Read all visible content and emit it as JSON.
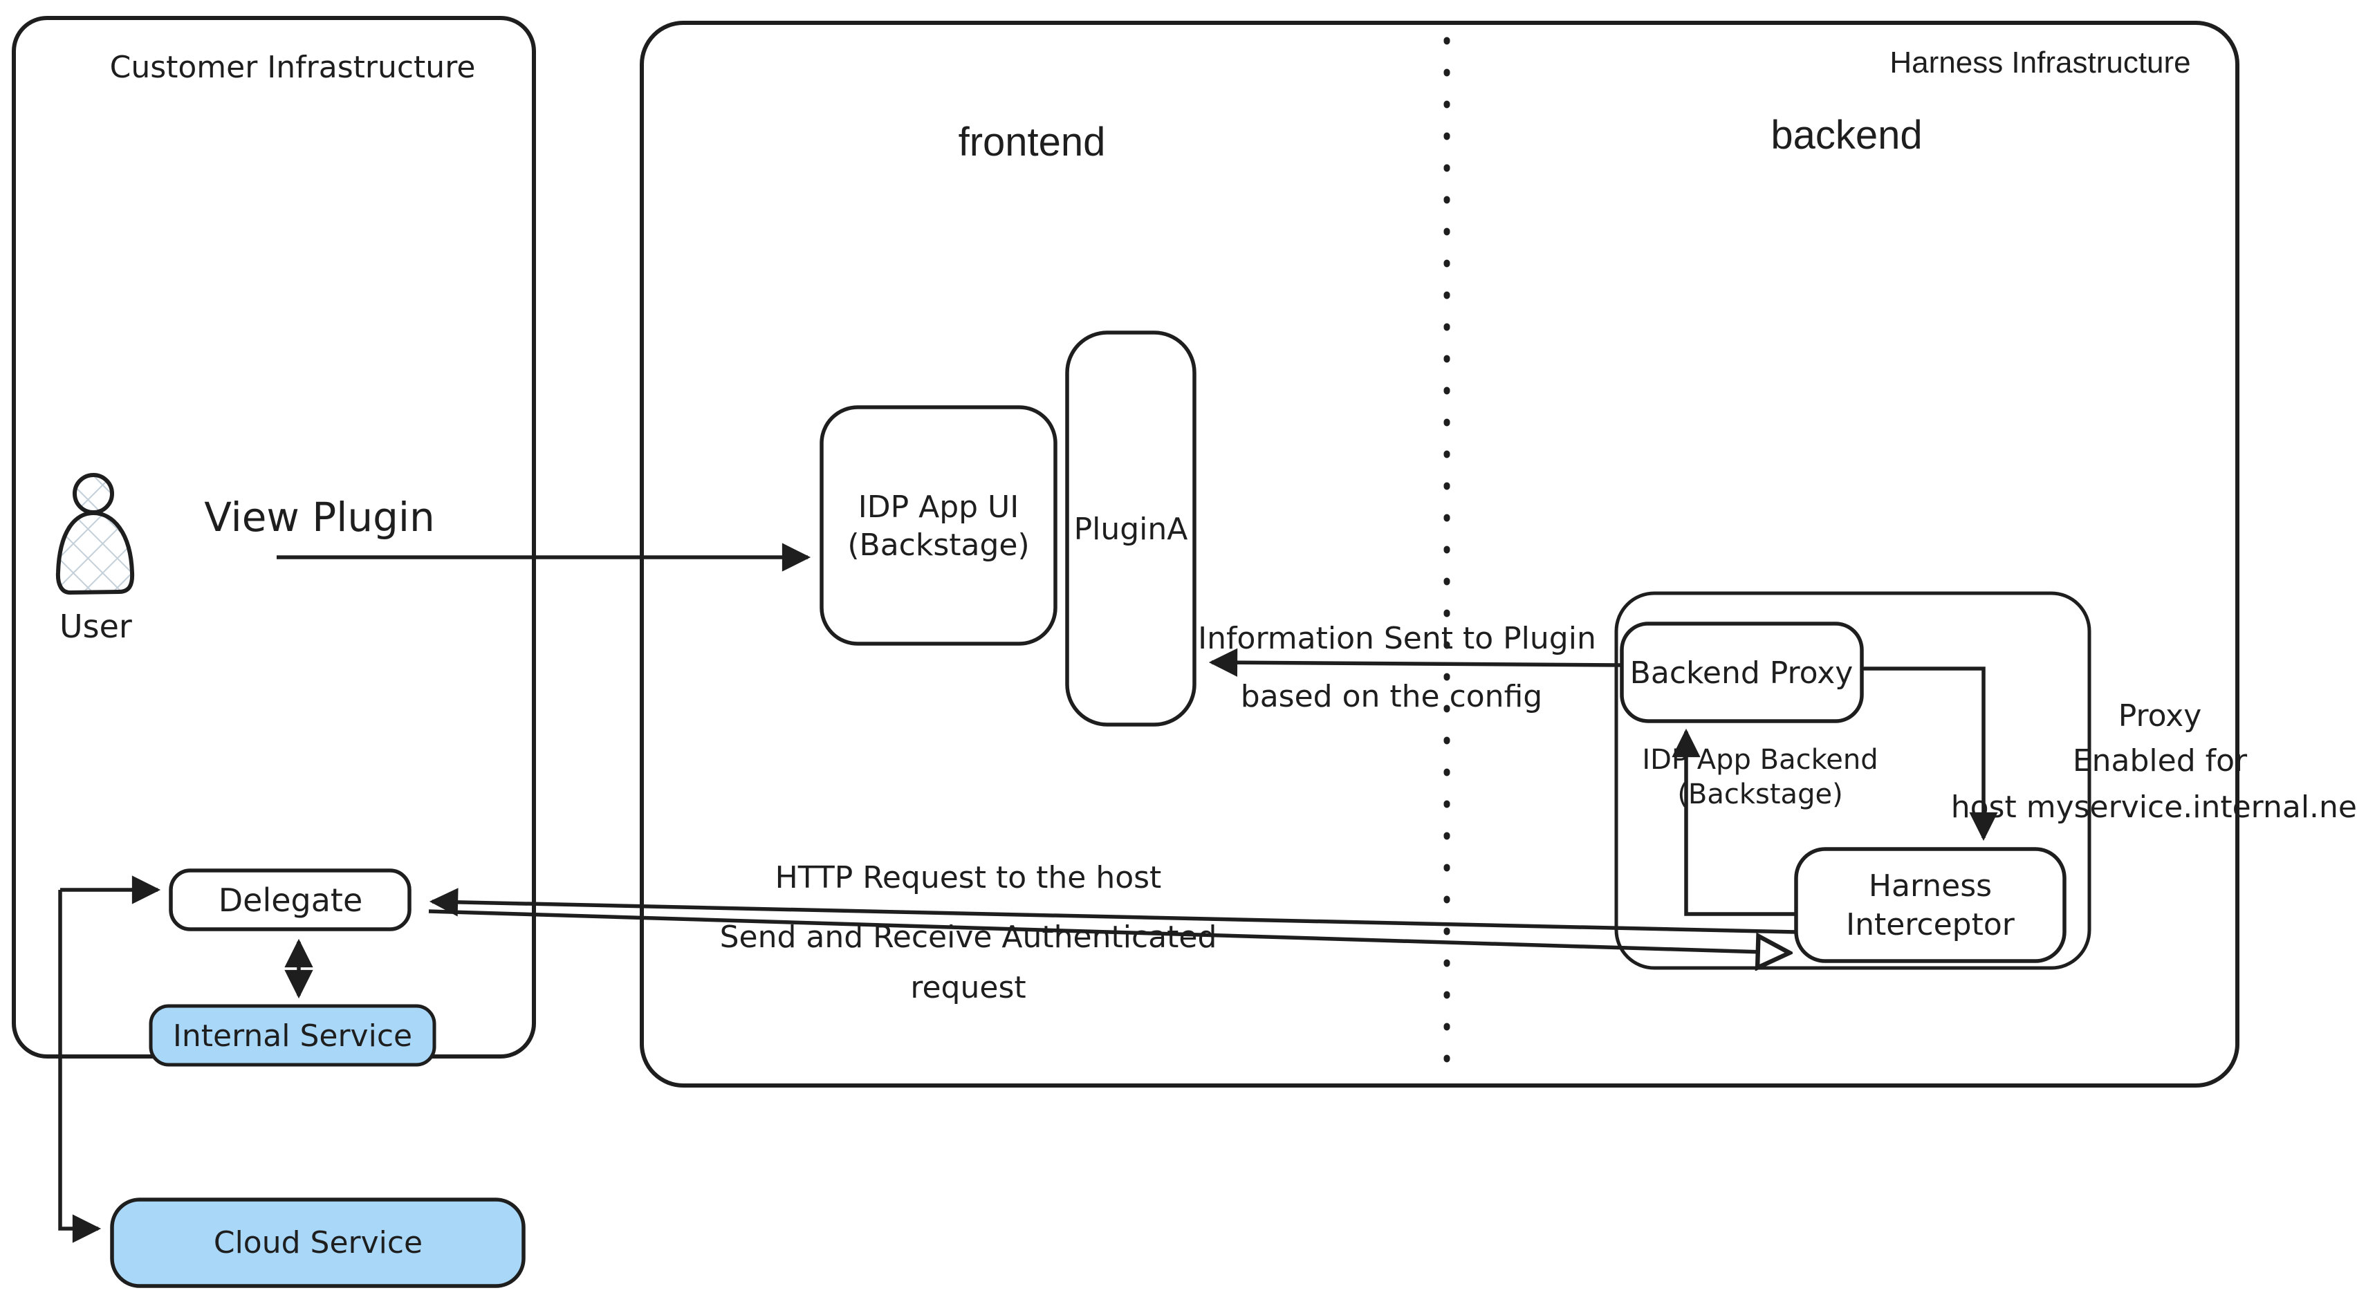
{
  "colors": {
    "stroke": "#1e1e1e",
    "node_blue": "#a9d7f7",
    "hatch_blue": "#c3cfd9",
    "background": "#ffffff"
  },
  "regions": {
    "customer": {
      "label": "Customer Infrastructure"
    },
    "harness": {
      "label": "Harness Infrastructure"
    },
    "frontend_label": "frontend",
    "backend_label": "backend"
  },
  "nodes": {
    "user": {
      "label": "User"
    },
    "idp_app_ui": {
      "lines": [
        "IDP App UI",
        "(Backstage)"
      ]
    },
    "plugin_a": {
      "label": "PluginA"
    },
    "backend_proxy": {
      "label": "Backend Proxy"
    },
    "idp_app_backend": {
      "lines": [
        "IDP App Backend",
        "(Backstage)"
      ]
    },
    "harness_interceptor": {
      "lines": [
        "Harness",
        "Interceptor"
      ]
    },
    "delegate": {
      "label": "Delegate"
    },
    "internal_service": {
      "label": "Internal Service"
    },
    "cloud_service": {
      "label": "Cloud Service"
    }
  },
  "edges": {
    "view_plugin": {
      "label": "View Plugin"
    },
    "info_sent": {
      "lines": [
        "Information Sent to Plugin",
        "based on the config"
      ]
    },
    "http_request": {
      "lines": [
        "HTTP Request to the host",
        "Send and Receive Authenticated",
        "request"
      ]
    },
    "proxy_note": {
      "lines": [
        "Proxy",
        "Enabled for",
        "host myservice.internal.net"
      ]
    }
  }
}
